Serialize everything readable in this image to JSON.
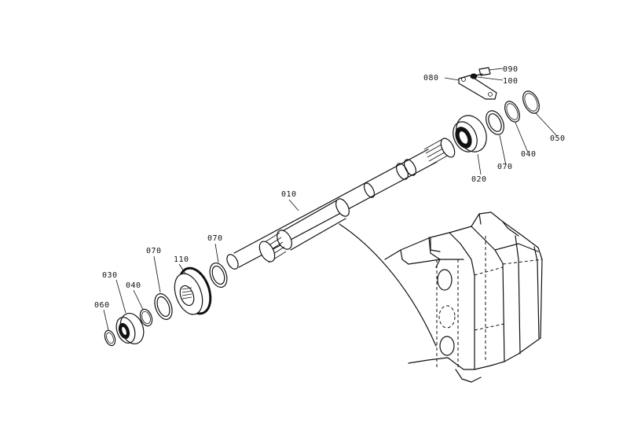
{
  "parts": {
    "p010": "010",
    "p020": "020",
    "p030": "030",
    "p040a": "040",
    "p040b": "040",
    "p050": "050",
    "p060": "060",
    "p070a": "070",
    "p070b": "070",
    "p070c": "070",
    "p080": "080",
    "p090": "090",
    "p100": "100",
    "p110": "110"
  }
}
